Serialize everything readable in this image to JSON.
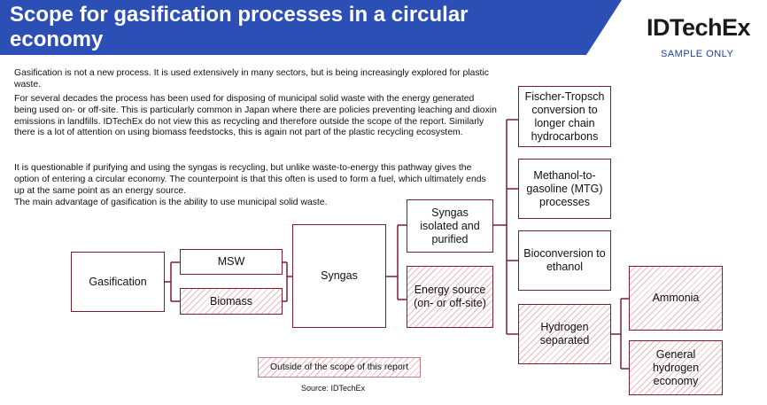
{
  "header": {
    "title": "Scope for gasification processes in a circular economy",
    "brand": "IDTechEx",
    "watermark": "SAMPLE ONLY",
    "banner_color": "#2b4fb5"
  },
  "paragraphs": [
    "Gasification is not a new process. It is used extensively in many sectors, but is being increasingly explored for plastic waste.",
    "For several decades the process has been used for disposing of municipal solid waste with the energy generated being used on- or off-site. This is particularly common in Japan where there are policies preventing leaching and dioxin emissions in landfills. IDTechEx do not view this as recycling and therefore outside the scope of the report. Similarly there is a lot of attention on using biomass feedstocks, this is again not part of the plastic recycling ecosystem.",
    "It is questionable if purifying and using the syngas is recycling, but unlike waste-to-energy this pathway gives the option of entering a circular economy. The counterpoint is that this often is used to form a fuel, which ultimately ends up at the same point as an energy source.",
    "The main advantage of gasification is the ability to use municipal solid waste."
  ],
  "diagram": {
    "gasification": "Gasification",
    "msw": "MSW",
    "biomass": "Biomass",
    "syngas": "Syngas",
    "syngas_isolated": "Syngas isolated and purified",
    "energy_source_1": "Energy source",
    "energy_source_2": "(on- or off-site)",
    "fischer_1": "Fischer-Tropsch",
    "fischer_2": "conversion to",
    "fischer_3": "longer chain",
    "fischer_4": "hydrocarbons",
    "mtg_1": "Methanol-to-",
    "mtg_2": "gasoline (MTG)",
    "mtg_3": "processes",
    "bio_1": "Bioconversion to",
    "bio_2": "ethanol",
    "hydrogen_1": "Hydrogen",
    "hydrogen_2": "separated",
    "ammonia": "Ammonia",
    "general_1": "General",
    "general_2": "hydrogen",
    "general_3": "economy",
    "legend": "Outside of the scope of this report",
    "line_color": "#7a1f2b",
    "hatch_color": "#e9b9bd"
  },
  "source": "Source: IDTechEx"
}
